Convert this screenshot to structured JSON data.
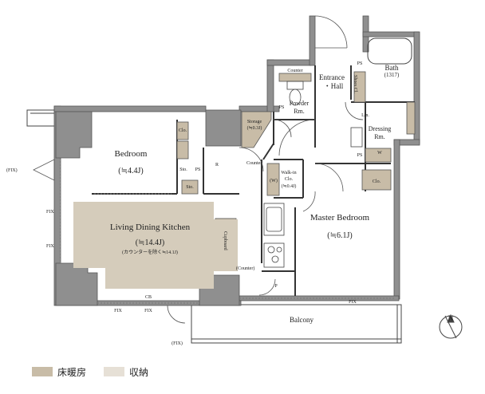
{
  "rooms": {
    "bedroom": {
      "name": "Bedroom",
      "area": "(≒4.4J)"
    },
    "ldk": {
      "name": "Living Dining Kitchen",
      "area": "(≒14.4J)",
      "note": "(カウンターを除く≒14.1J)"
    },
    "master_bedroom": {
      "name": "Master Bedroom",
      "area": "(≒6.1J)"
    },
    "entrance_hall": {
      "line1": "Entrance",
      "line2": "・Hall"
    },
    "bath": {
      "name": "Bath",
      "size": "(1317)"
    },
    "powder_room": {
      "line1": "Powder",
      "line2": "Rm."
    },
    "dressing_room": {
      "line1": "Dressing",
      "line2": "Rm."
    },
    "balcony": {
      "name": "Balcony"
    }
  },
  "storage_labels": {
    "walk_in_closet": {
      "line1": "Walk-in",
      "line2": "Clo.",
      "area": "(≒0.4J)",
      "marker": "(W)"
    },
    "storage": {
      "name": "Storage",
      "area": "(≒0.3J)"
    },
    "cupboard": "Cupboard",
    "counter_label_top": "Counter",
    "counter_label_mid": "Counter",
    "counter_label_kitchen": "(Counter)",
    "clo_bedroom": "Clo.",
    "clo_master": "Clo.",
    "sto_1": "Sto.",
    "sto_2": "Sto.",
    "shoes_cl": "Shoes Cl.",
    "lin": "Lin.",
    "ps_1": "PS",
    "ps_2": "PS",
    "ps_3": "PS",
    "ps_4": "PS",
    "refrigerator": "R",
    "washer": "W",
    "pantry": "P",
    "cb": "CB"
  },
  "window_labels": {
    "fix_paren_left": "(FIX)",
    "fix_paren_bottom": "(FIX)",
    "fix_left_1": "FIX",
    "fix_left_2": "FIX",
    "fix_bottom_1": "FIX",
    "fix_bottom_2": "FIX",
    "fix_balcony": "FIX"
  },
  "compass": {
    "label": "N"
  },
  "legend": [
    {
      "label": "床暖房",
      "color": "#c8bca7"
    },
    {
      "label": "収納",
      "color": "#e6e0d6"
    }
  ],
  "colors": {
    "wall": "#8f8f8f",
    "wall_outline": "#555555",
    "floor_heating": "#d5ccbb",
    "storage": "#c8bca7",
    "line": "#333333"
  }
}
